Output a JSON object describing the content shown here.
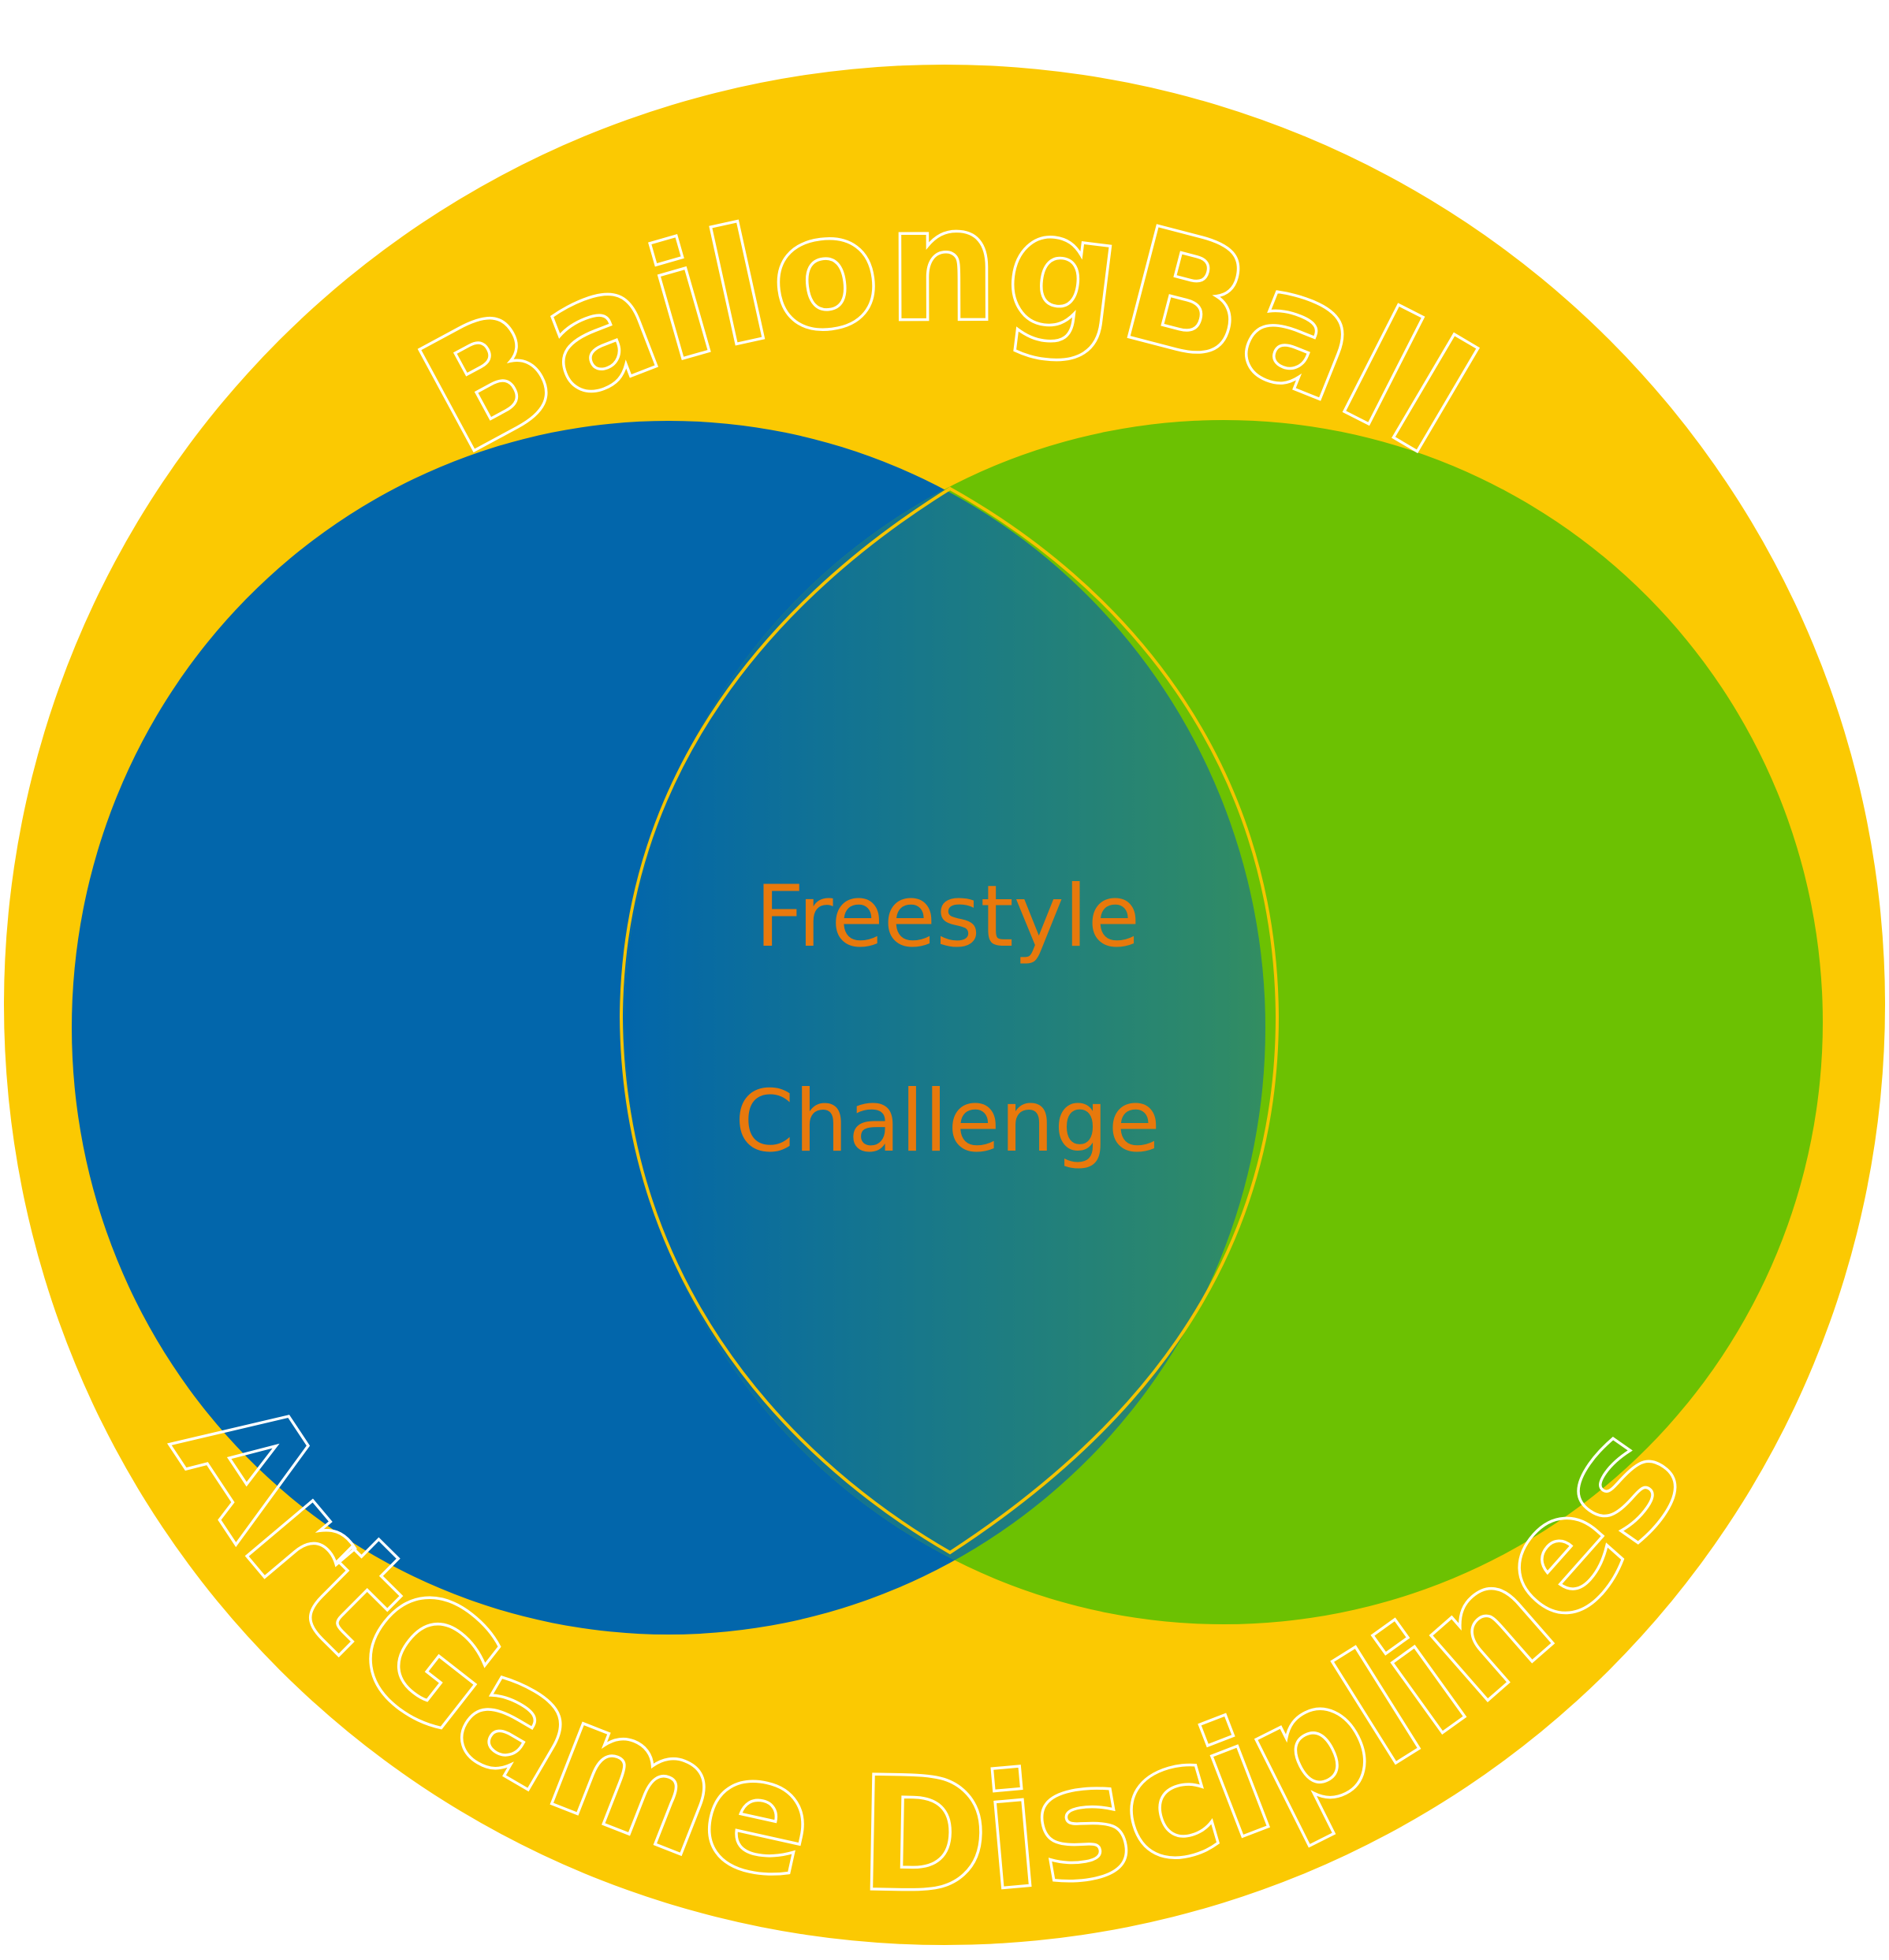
{
  "diagram": {
    "top_arc_text": "BailongBall",
    "bottom_arc_text": "ArtGame Disciplines",
    "intersection_line1": "Freestyle",
    "intersection_line2": "Challenge"
  },
  "colors": {
    "outer_ring": "#FBC902",
    "left_circle": "#0266AB",
    "right_circle": "#6CC102",
    "intersection_outline": "#F5C400",
    "center_text": "#E8790C",
    "arc_text_outline": "#FFFFFF",
    "background": "#FFFFFF"
  }
}
